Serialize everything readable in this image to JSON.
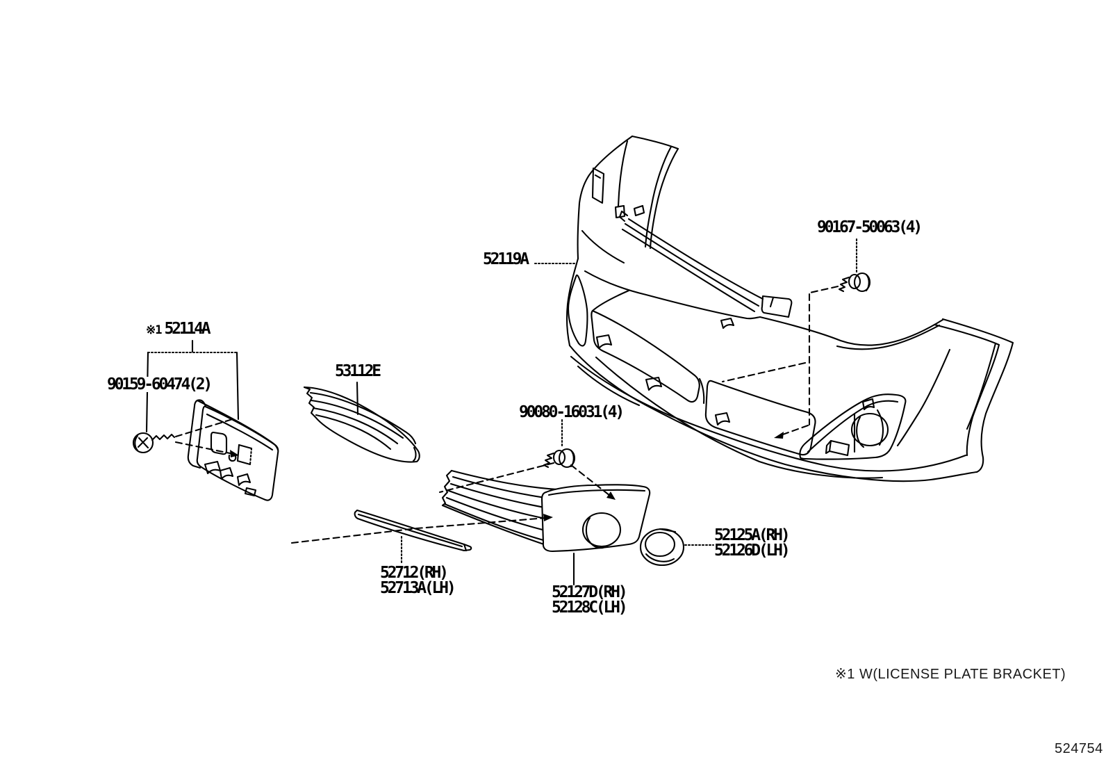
{
  "page": {
    "background": "#ffffff",
    "line_color": "#000000",
    "footnote": "※1 W(LICENSE PLATE BRACKET)",
    "figure_code": "524754"
  },
  "callouts": {
    "clip_screw": "90167-50063(4)",
    "bumper_cover": "52119A",
    "plate_bracket_prefix": "※1",
    "plate_bracket": "52114A",
    "bracket_screw": "90159-60474(2)",
    "radiator_grille": "53112E",
    "grille_screw": "90080-16031(4)",
    "fog_bezel_rh": "52125A(RH)",
    "fog_bezel_lh": "52126D(LH)",
    "moulding_rh": "52712(RH)",
    "moulding_lh": "52713A(LH)",
    "fog_cover_rh": "52127D(RH)",
    "fog_cover_lh": "52128C(LH)"
  }
}
